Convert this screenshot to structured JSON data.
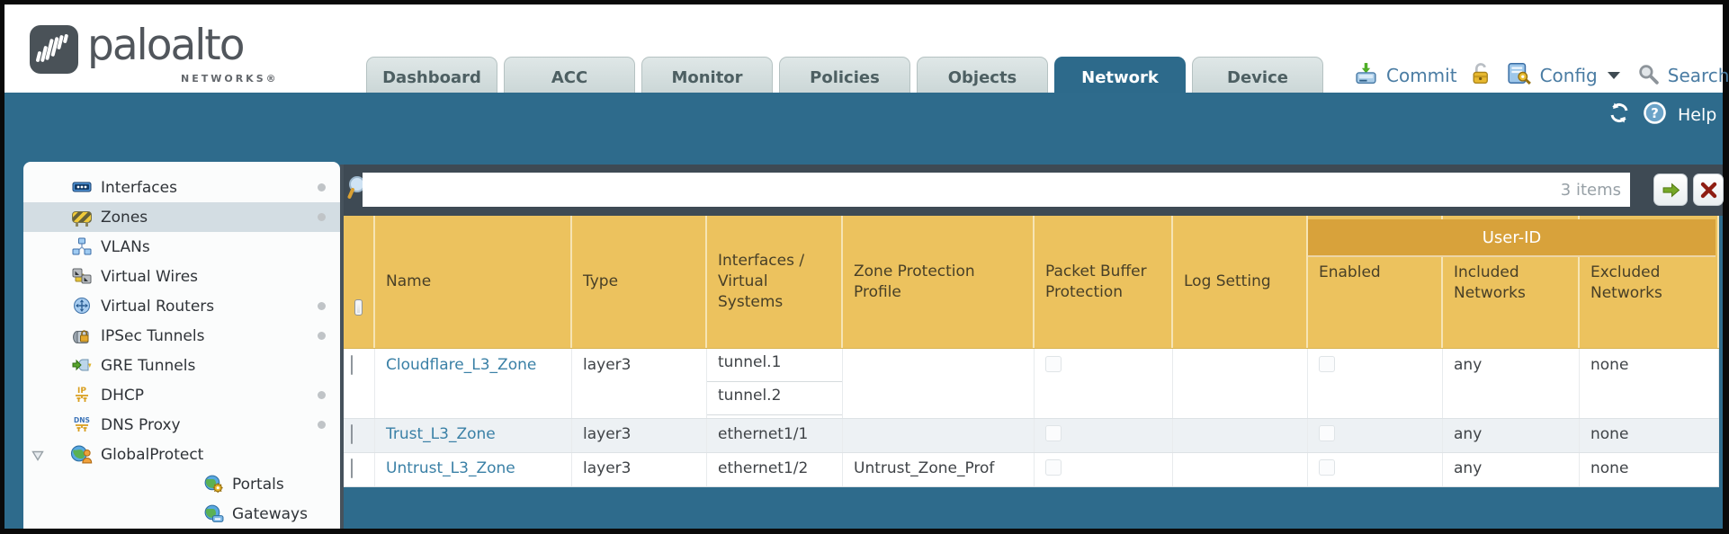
{
  "colors": {
    "teal": "#2e6b8c",
    "gold": "#ecc25e",
    "gold_dark": "#d8a23b",
    "slate": "#3e4a54",
    "link": "#3a80a6"
  },
  "logo": {
    "brand": "paloalto",
    "sub": "NETWORKS®"
  },
  "tabs": [
    {
      "label": "Dashboard",
      "active": false
    },
    {
      "label": "ACC",
      "active": false
    },
    {
      "label": "Monitor",
      "active": false
    },
    {
      "label": "Policies",
      "active": false
    },
    {
      "label": "Objects",
      "active": false
    },
    {
      "label": "Network",
      "active": true
    },
    {
      "label": "Device",
      "active": false
    }
  ],
  "header_actions": {
    "commit": "Commit",
    "config": "Config",
    "search": "Search"
  },
  "band": {
    "help": "Help"
  },
  "filter": {
    "value": "",
    "items_count": "3 items"
  },
  "sidebar": {
    "items": [
      {
        "label": "Interfaces",
        "dot": true
      },
      {
        "label": "Zones",
        "dot": true,
        "selected": true
      },
      {
        "label": "VLANs",
        "dot": false
      },
      {
        "label": "Virtual Wires",
        "dot": false
      },
      {
        "label": "Virtual Routers",
        "dot": true
      },
      {
        "label": "IPSec Tunnels",
        "dot": true
      },
      {
        "label": "GRE Tunnels",
        "dot": false
      },
      {
        "label": "DHCP",
        "dot": true
      },
      {
        "label": "DNS Proxy",
        "dot": true
      },
      {
        "label": "GlobalProtect",
        "dot": false,
        "expanded": true
      },
      {
        "label": "Portals",
        "dot": false,
        "indent": true
      },
      {
        "label": "Gateways",
        "dot": false,
        "indent": true
      }
    ]
  },
  "table": {
    "group_header": "User-ID",
    "columns": [
      "Name",
      "Type",
      "Interfaces / Virtual Systems",
      "Zone Protection Profile",
      "Packet Buffer Protection",
      "Log Setting",
      "Enabled",
      "Included Networks",
      "Excluded Networks"
    ],
    "rows": [
      {
        "name": "Cloudflare_L3_Zone",
        "type": "layer3",
        "interfaces": [
          "tunnel.1",
          "tunnel.2"
        ],
        "zone_protection_profile": "",
        "log_setting": "",
        "included_networks": "any",
        "excluded_networks": "none"
      },
      {
        "name": "Trust_L3_Zone",
        "type": "layer3",
        "interfaces": [
          "ethernet1/1"
        ],
        "zone_protection_profile": "",
        "log_setting": "",
        "included_networks": "any",
        "excluded_networks": "none"
      },
      {
        "name": "Untrust_L3_Zone",
        "type": "layer3",
        "interfaces": [
          "ethernet1/2"
        ],
        "zone_protection_profile": "Untrust_Zone_Prof",
        "log_setting": "",
        "included_networks": "any",
        "excluded_networks": "none"
      }
    ]
  },
  "icons": {
    "dhcp_label": "IP",
    "dns_label": "DNS",
    "help_glyph": "?"
  }
}
